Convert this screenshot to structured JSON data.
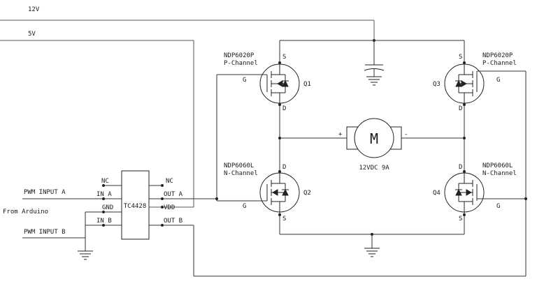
{
  "rails": {
    "v12": "12V",
    "v5": "5V"
  },
  "driver": {
    "name": "TC4428",
    "pins": {
      "nc_left": "NC",
      "in_a": "IN A",
      "gnd": "GND",
      "in_b": "IN B",
      "nc_right": "NC",
      "out_a": "OUT A",
      "vdd": "VDD",
      "out_b": "OUT B"
    }
  },
  "inputs": {
    "pwm_a": "PWM INPUT A",
    "pwm_b": "PWM INPUT B",
    "source": "From Arduino"
  },
  "mosfets": [
    {
      "ref": "Q1",
      "part": "NDP6020P",
      "type": "P-Channel",
      "gate": "G",
      "source": "S",
      "drain": "D"
    },
    {
      "ref": "Q2",
      "part": "NDP6060L",
      "type": "N-Channel",
      "gate": "G",
      "source": "S",
      "drain": "D"
    },
    {
      "ref": "Q3",
      "part": "NDP6020P",
      "type": "P-Channel",
      "gate": "G",
      "source": "S",
      "drain": "D"
    },
    {
      "ref": "Q4",
      "part": "NDP6060L",
      "type": "N-Channel",
      "gate": "G",
      "source": "S",
      "drain": "D"
    }
  ],
  "motor": {
    "symbol": "M",
    "rating": "12VDC 9A",
    "plus": "+",
    "minus": "-"
  }
}
